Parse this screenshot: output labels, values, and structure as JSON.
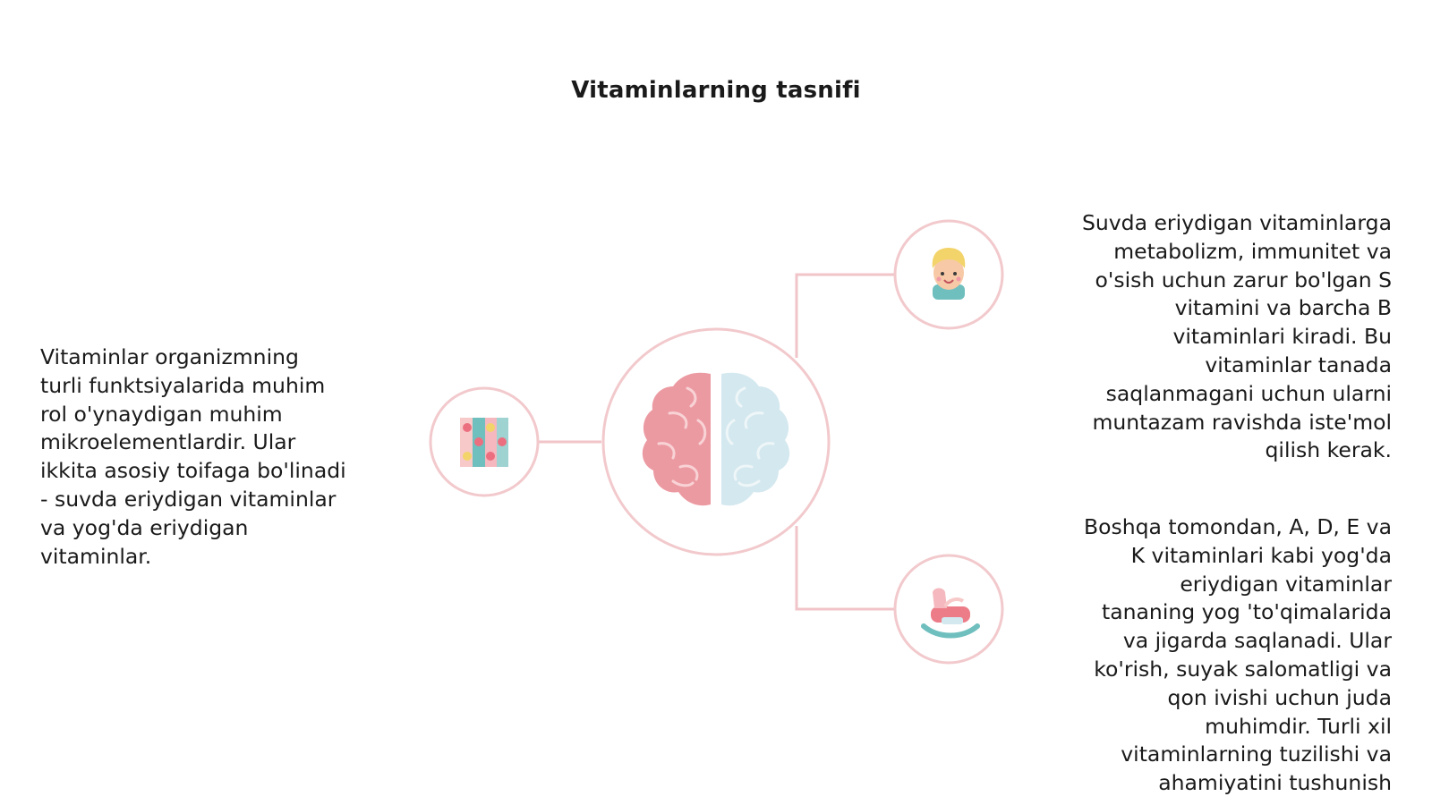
{
  "title": "Vitaminlarning tasnifi",
  "left_text": [
    "Vitaminlar organizmning",
    "turli funktsiyalarida muhim",
    "rol o'ynaydigan muhim",
    "mikroelementlardir. Ular",
    "ikkita asosiy toifaga bo'linadi",
    "- suvda eriydigan vitaminlar",
    "va yog'da eriydigan",
    "vitaminlar."
  ],
  "right_top_text": [
    "Suvda eriydigan vitaminlarga",
    "metabolizm, immunitet va",
    "o'sish uchun zarur bo'lgan S",
    "vitamini va barcha B",
    "vitaminlari kiradi. Bu",
    "vitaminlar tanada",
    "saqlanmagani uchun ularni",
    "muntazam ravishda iste'mol",
    "qilish kerak."
  ],
  "right_bottom_text": [
    "Boshqa tomondan, A, D, E va",
    "K vitaminlari kabi yog'da",
    "eriydigan vitaminlar",
    "tananing yog 'to'qimalarida",
    "va jigarda saqlanadi. Ular",
    "ko'rish, suyak salomatligi va",
    "qon ivishi uchun juda",
    "muhimdir. Turli xil",
    "vitaminlarning tuzilishi va",
    "ahamiyatini tushunish"
  ],
  "icons": {
    "center": "brain-icon",
    "left": "blocks-icon",
    "top_right": "child-face-icon",
    "bottom_right": "rocking-horse-icon"
  },
  "colors": {
    "ring": "#f2c9cc",
    "connector": "#f0c4c8",
    "pink": "#ec9aa2",
    "light_blue": "#d4e8ef",
    "teal": "#6fbfbe",
    "yellow": "#f3d46a",
    "skin": "#f7c9a6"
  }
}
